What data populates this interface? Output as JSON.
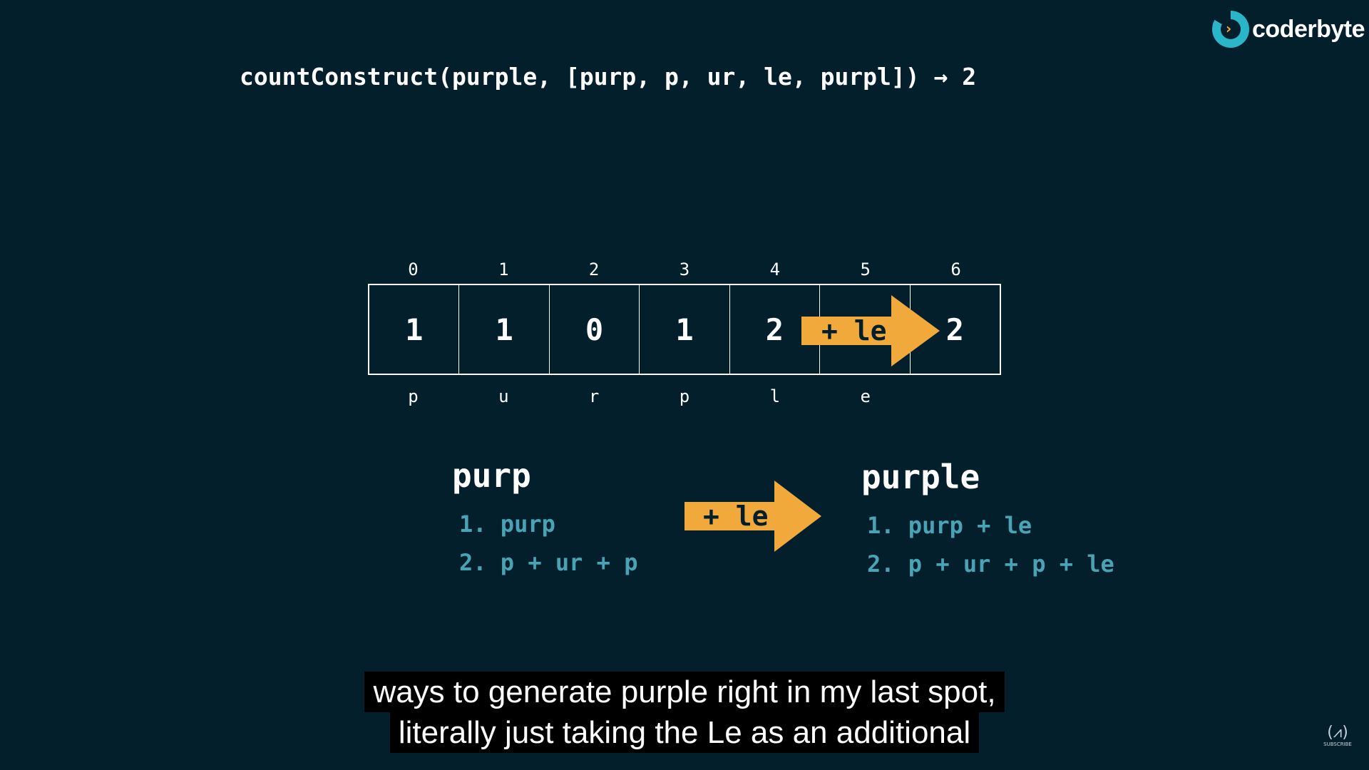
{
  "logo": {
    "text": "coderbyte",
    "icon": "coderbyte-logo-icon"
  },
  "title": "countConstruct(purple, [purp, p, ur, le, purpl]) → 2",
  "table": {
    "indices": [
      "0",
      "1",
      "2",
      "3",
      "4",
      "5",
      "6"
    ],
    "values": [
      "1",
      "1",
      "0",
      "1",
      "2",
      "",
      "2"
    ],
    "letters": [
      "p",
      "u",
      "r",
      "p",
      "l",
      "e",
      ""
    ]
  },
  "table_arrow": {
    "label": "+ le"
  },
  "left_section": {
    "heading": "purp",
    "items": [
      "1. purp",
      "2. p + ur + p"
    ]
  },
  "middle_arrow": {
    "label": "+ le"
  },
  "right_section": {
    "heading": "purple",
    "items": [
      "1. purp + le",
      "2. p + ur + p + le"
    ]
  },
  "caption": {
    "line1": "ways to generate purple right in my last spot,",
    "line2": "literally just taking the Le as an additional"
  },
  "subscribe": {
    "label": "SUBSCRIBE",
    "icon": "freecodecamp-icon"
  },
  "colors": {
    "background": "#031f2c",
    "arrow": "#f2a93b",
    "list_text": "#4aa3b5",
    "text": "#ffffff"
  }
}
